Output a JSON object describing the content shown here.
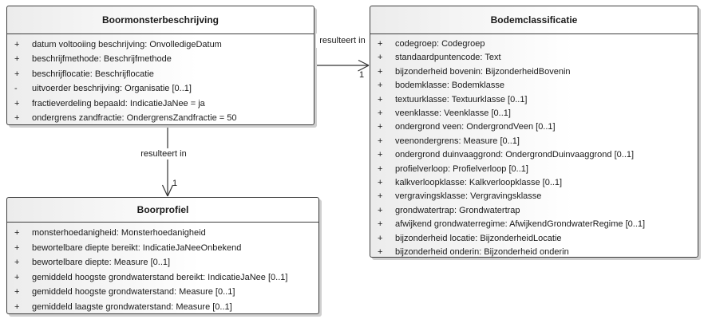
{
  "diagram": {
    "colors": {
      "border": "#3d3d3d",
      "line": "#333333",
      "fill_left": "#ececec",
      "fill_right": "#ffffff",
      "shadow": "#cfcfcf",
      "text": "#1a1a1a"
    },
    "classes": [
      {
        "title": "Boormonsterbeschrijving",
        "attributes": [
          {
            "visibility": "+",
            "text": "datum voltooiing beschrijving: OnvolledigeDatum"
          },
          {
            "visibility": "+",
            "text": "beschrijfmethode: Beschrijfmethode"
          },
          {
            "visibility": "+",
            "text": "beschrijflocatie: Beschrijflocatie"
          },
          {
            "visibility": "-",
            "text": "uitvoerder beschrijving: Organisatie [0..1]"
          },
          {
            "visibility": "+",
            "text": "fractieverdeling bepaald: IndicatieJaNee = ja"
          },
          {
            "visibility": "+",
            "text": "ondergrens zandfractie: OndergrensZandfractie = 50"
          }
        ]
      },
      {
        "title": "Bodemclassificatie",
        "attributes": [
          {
            "visibility": "+",
            "text": "codegroep: Codegroep"
          },
          {
            "visibility": "+",
            "text": "standaardpuntencode: Text"
          },
          {
            "visibility": "+",
            "text": "bijzonderheid bovenin: BijzonderheidBovenin"
          },
          {
            "visibility": "+",
            "text": "bodemklasse: Bodemklasse"
          },
          {
            "visibility": "+",
            "text": "textuurklasse: Textuurklasse [0..1]"
          },
          {
            "visibility": "+",
            "text": "veenklasse: Veenklasse [0..1]"
          },
          {
            "visibility": "+",
            "text": "ondergrond veen: OndergrondVeen [0..1]"
          },
          {
            "visibility": "+",
            "text": "veenondergrens: Measure [0..1]"
          },
          {
            "visibility": "+",
            "text": "ondergrond duinvaaggrond: OndergrondDuinvaaggrond [0..1]"
          },
          {
            "visibility": "+",
            "text": "profielverloop: Profielverloop [0..1]"
          },
          {
            "visibility": "+",
            "text": "kalkverloopklasse: Kalkverloopklasse [0..1]"
          },
          {
            "visibility": "+",
            "text": "vergravingsklasse: Vergravingsklasse"
          },
          {
            "visibility": "+",
            "text": "grondwatertrap: Grondwatertrap"
          },
          {
            "visibility": "+",
            "text": "afwijkend grondwaterregime: AfwijkendGrondwaterRegime [0..1]"
          },
          {
            "visibility": "+",
            "text": "bijzonderheid locatie: BijzonderheidLocatie"
          },
          {
            "visibility": "+",
            "text": "bijzonderheid onderin: Bijzonderheid onderin"
          }
        ]
      },
      {
        "title": "Boorprofiel",
        "attributes": [
          {
            "visibility": "+",
            "text": "monsterhoedanigheid: Monsterhoedanigheid"
          },
          {
            "visibility": "+",
            "text": "bewortelbare diepte bereikt: IndicatieJaNeeOnbekend"
          },
          {
            "visibility": "+",
            "text": "bewortelbare diepte: Measure [0..1]"
          },
          {
            "visibility": "+",
            "text": "gemiddeld hoogste grondwaterstand bereikt: IndicatieJaNee [0..1]"
          },
          {
            "visibility": "+",
            "text": "gemiddeld hoogste grondwaterstand: Measure [0..1]"
          },
          {
            "visibility": "+",
            "text": "gemiddeld laagste grondwaterstand: Measure [0..1]"
          }
        ]
      }
    ],
    "connectors": [
      {
        "label": "resulteert in",
        "target_multiplicity": "1"
      },
      {
        "label": "resulteert in",
        "target_multiplicity": "1"
      }
    ]
  }
}
